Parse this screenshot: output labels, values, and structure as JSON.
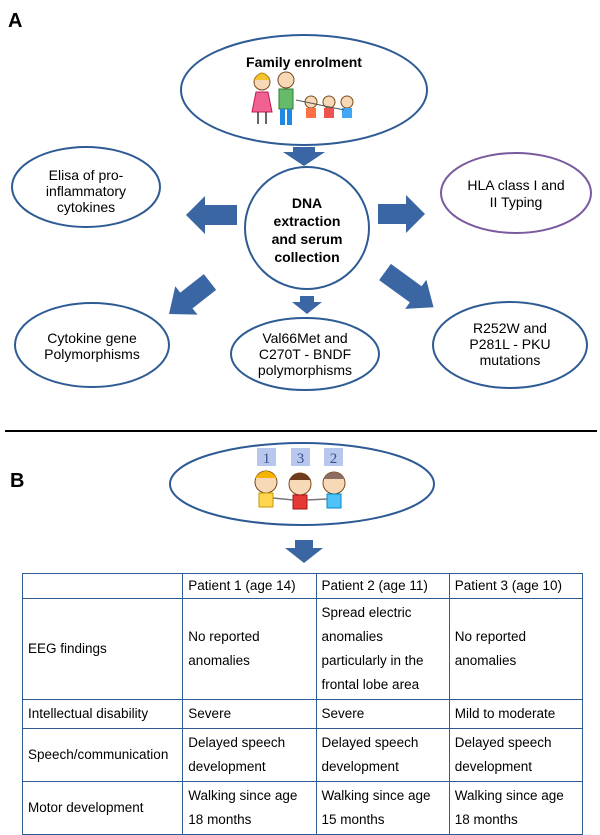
{
  "panel_a": {
    "label": "A",
    "family": "Family  enrolment",
    "center": [
      "DNA",
      "extraction",
      "and serum",
      "collection"
    ],
    "elisa": [
      "Elisa of  pro-",
      "inflammatory",
      "cytokines"
    ],
    "hla": [
      "HLA class I and",
      "II Typing"
    ],
    "cytokine": [
      "Cytokine gene",
      "Polymorphisms"
    ],
    "bdnf": [
      "Val66Met and",
      "C270T -  BNDF",
      "polymorphisms"
    ],
    "pku": [
      "R252W  and",
      "P281L  -  PKU",
      "mutations"
    ]
  },
  "panel_b": {
    "label": "B",
    "child_numbers": [
      "1",
      "3",
      "2"
    ]
  },
  "table": {
    "headers": [
      "",
      "Patient 1 (age 14)",
      "Patient 2 (age 11)",
      "Patient 3 (age 10)"
    ],
    "rows": [
      {
        "label": "EEG findings",
        "p1": "No reported anomalies",
        "p2": "Spread electric anomalies particularly in the frontal lobe area",
        "p3": "No reported anomalies"
      },
      {
        "label": "Intellectual disability",
        "p1": "Severe",
        "p2": "Severe",
        "p3": "Mild to moderate"
      },
      {
        "label": "Speech/communication",
        "p1": "Delayed speech development",
        "p2": "Delayed speech development",
        "p3": "Delayed speech development"
      },
      {
        "label": "Motor development",
        "p1": "Walking since age 18 months",
        "p2": "Walking since age 15 months",
        "p3": "Walking since age 18 months"
      }
    ]
  },
  "colors": {
    "ellipse_blue": "#2e5b94",
    "ellipse_purple": "#7a5a9e",
    "arrow": "#3a66a3",
    "table_border": "#2e5b94"
  }
}
